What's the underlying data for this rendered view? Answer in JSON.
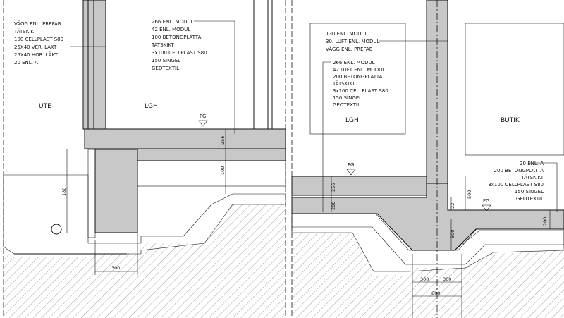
{
  "left_detail": {
    "wall_note": [
      "VÄGG ENL. PREFAB",
      "TÄTSKIKT",
      "100 CELLPLAST S80",
      "25X40 VER. LÄKT",
      "25X40 HOR. LÄKT",
      "20 ENL. A"
    ],
    "floor_note": [
      "266 ENL. MODUL",
      "42 ENL. MODUL",
      "100 BETONGPLATTA",
      "TÄTSKIKT",
      "3x100 CELLPLAST S80",
      "150 SINGEL",
      "GEOTEXTIL"
    ],
    "room_outside": "UTE",
    "room_inside": "LGH",
    "ground_marker": "FG",
    "dims": {
      "slab": "256",
      "layer": "100",
      "found": "180",
      "width": "300"
    }
  },
  "right_detail": {
    "wall_note": [
      "130 ENL. MODUL",
      "30. LUFT ENL. MODUL",
      "VÄGG ENL. PREFAB"
    ],
    "floor_note": [
      "266 ENL. MODUL",
      "42 LUFT ENL. MODUL",
      "200 BETONGPLATTA",
      "TÄTSKIKT",
      "3x100 CELLPLAST S80",
      "150 SINGEL",
      "GEOTEXTIL"
    ],
    "shop_note": [
      "20 ENL. A",
      "200 BETONGPLATTA",
      "TÄTSKIKT",
      "3x100 CELLPLAST S80",
      "150 SINGEL",
      "GEOTEXTIL"
    ],
    "room_left": "LGH",
    "room_right": "BUTIK",
    "ground_marker_left": "FG",
    "ground_marker_right": "FG",
    "dims": {
      "slab_l": "256",
      "layer_l": "200",
      "step": "500",
      "small": "22",
      "slab_r": "200",
      "found_h": "500",
      "w1": "300",
      "w2": "300",
      "w_total": "600"
    }
  }
}
